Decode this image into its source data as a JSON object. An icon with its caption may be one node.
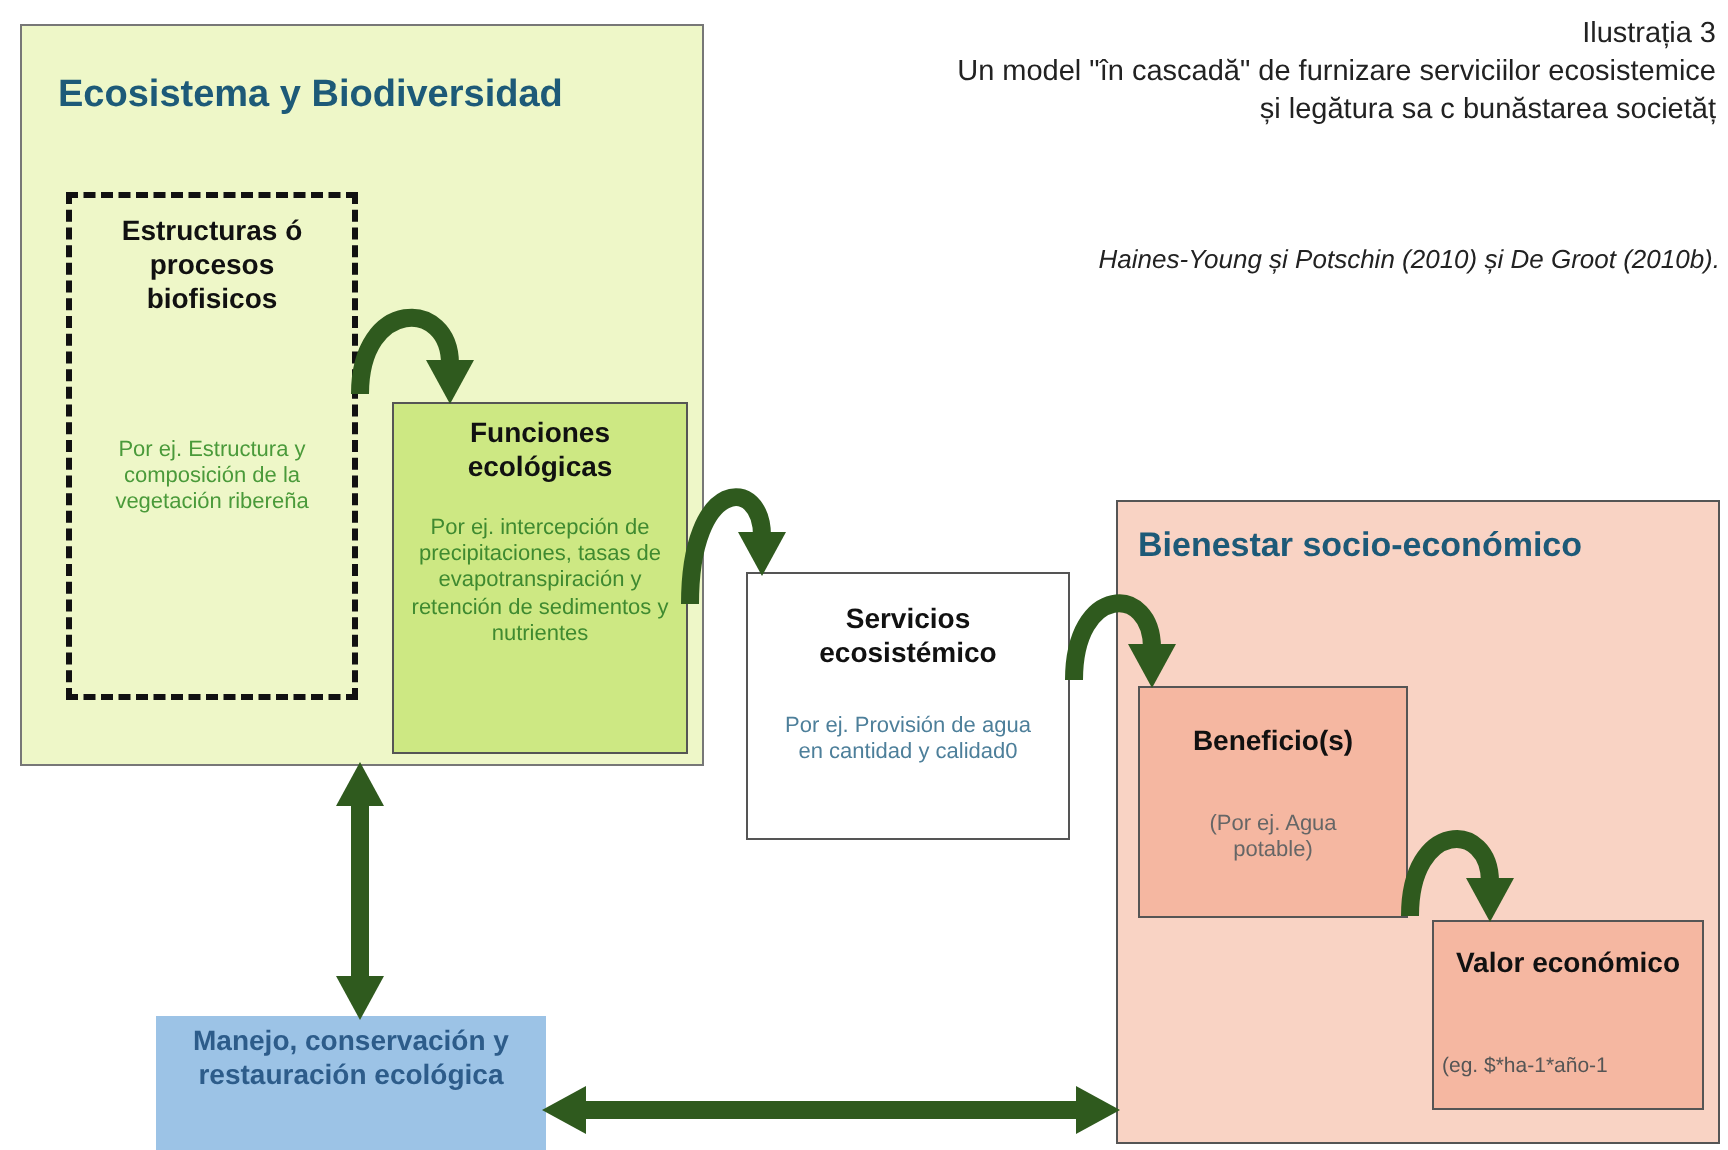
{
  "diagram": {
    "title": "Ilustrația 3",
    "caption": "Un model \"în cascadă\" de furnizare serviciilor ecosistemice și legătura sa c bunăstarea societăț",
    "nodes": [
      {
        "text": [
          "Ecosistema y Biodiversidad"
        ]
      },
      {
        "text": [
          "Estructuras ó procesos biofisicos",
          "Por ej. Estructura y composición de la vegetación ribereña"
        ],
        "in": 0
      },
      {
        "text": [
          "Funciones ecológicas",
          "Por ej. intercepción de precipitaciones, tasas de evapotranspiración y retención de sedimentos y nutrientes"
        ],
        "in": 0
      },
      {
        "text": [
          "Servicios ecosistémico",
          "Por ej. Provisión de agua en cantidad y calidad0"
        ]
      },
      {
        "text": [
          "Bienestar socio-económico"
        ]
      },
      {
        "text": [
          "Beneficio(s)",
          "(Por ej. Agua potable)"
        ],
        "in": 4
      },
      {
        "text": [
          "Valor económico",
          "(eg. $*ha-1*año-1"
        ],
        "in": 4
      },
      {
        "text": [
          "Manejo, conservación y restauración ecológica"
        ]
      }
    ],
    "edges": [
      {
        "from": 1,
        "to": 2,
        "arrow": "to"
      },
      {
        "from": 2,
        "to": 3,
        "arrow": "to"
      },
      {
        "from": 3,
        "to": 5,
        "arrow": "to"
      },
      {
        "from": 5,
        "to": 6,
        "arrow": "to"
      },
      {
        "from": 0,
        "to": 7,
        "arrow": "both"
      },
      {
        "from": 7,
        "to": 4,
        "arrow": "both"
      }
    ],
    "labels": [
      "Haines-Young și Potschin (2010) și De Groot (2010b)."
    ]
  }
}
